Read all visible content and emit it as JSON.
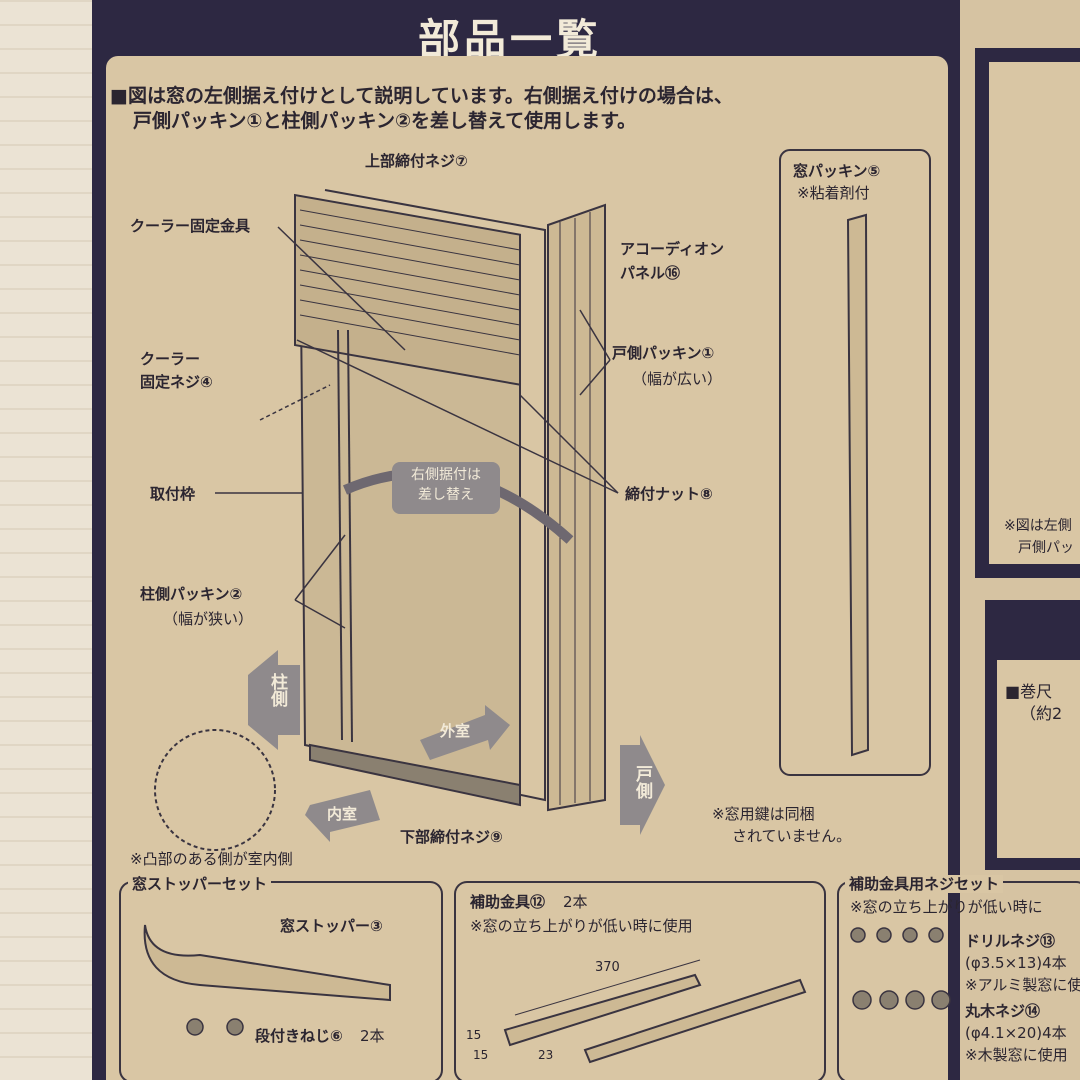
{
  "title": "部品一覧",
  "intro": [
    "■図は窓の左側据え付けとして説明しています。右側据え付けの場合は、",
    "戸側パッキン①と柱側パッキン②を差し替えて使用します。"
  ],
  "labels": {
    "top_screw": "上部締付ネジ⑦",
    "cooler_bracket": "クーラー固定金具",
    "accordion": [
      "アコーディオン",
      "パネル⑯"
    ],
    "door_packing": "戸側パッキン①",
    "door_packing_note": "（幅が広い）",
    "cooler_screw": [
      "クーラー",
      "固定ネジ④"
    ],
    "swap_note": [
      "右側据付は",
      "差し替え"
    ],
    "mount_frame": "取付枠",
    "nut": "締付ナット⑧",
    "pillar_packing": "柱側パッキン②",
    "pillar_packing_note": "（幅が狭い）",
    "pillar_side": "柱側",
    "outdoor": "外室",
    "door_side": "戸側",
    "indoor": "内室",
    "bottom_screw": "下部締付ネジ⑨",
    "key_note": [
      "※窓用鍵は同梱",
      "されていません。"
    ],
    "convex_note": "※凸部のある側が室内側",
    "window_packing": "窓パッキン⑤",
    "adhesive": "※粘着剤付"
  },
  "stopper_set": {
    "heading": "窓ストッパーセット",
    "stopper": "窓ストッパー③",
    "screw": "段付きねじ⑥",
    "screw_count": "2本"
  },
  "aux_bracket": {
    "heading": "補助金具⑫",
    "count": "2本",
    "note": "※窓の立ち上がりが低い時に使用",
    "dims": [
      "370",
      "15",
      "15",
      "23"
    ]
  },
  "aux_screws": {
    "heading": "補助金具用ネジセット",
    "note": "※窓の立ち上がりが低い時に",
    "drill": "ドリルネジ⑬",
    "drill_spec": "(φ3.5×13)4本",
    "drill_note": "※アルミ製窓に使",
    "wood": "丸木ネジ⑭",
    "wood_spec": "(φ4.1×20)4本",
    "wood_note": "※木製窓に使用"
  },
  "right_panel": {
    "note1": "※図は左側",
    "note2": "戸側パッ",
    "tape": "■巻尺",
    "tape_note": "（約2"
  },
  "colors": {
    "frame": "#2d2842",
    "paper": "#d9c6a4",
    "ink": "#2b2530"
  }
}
